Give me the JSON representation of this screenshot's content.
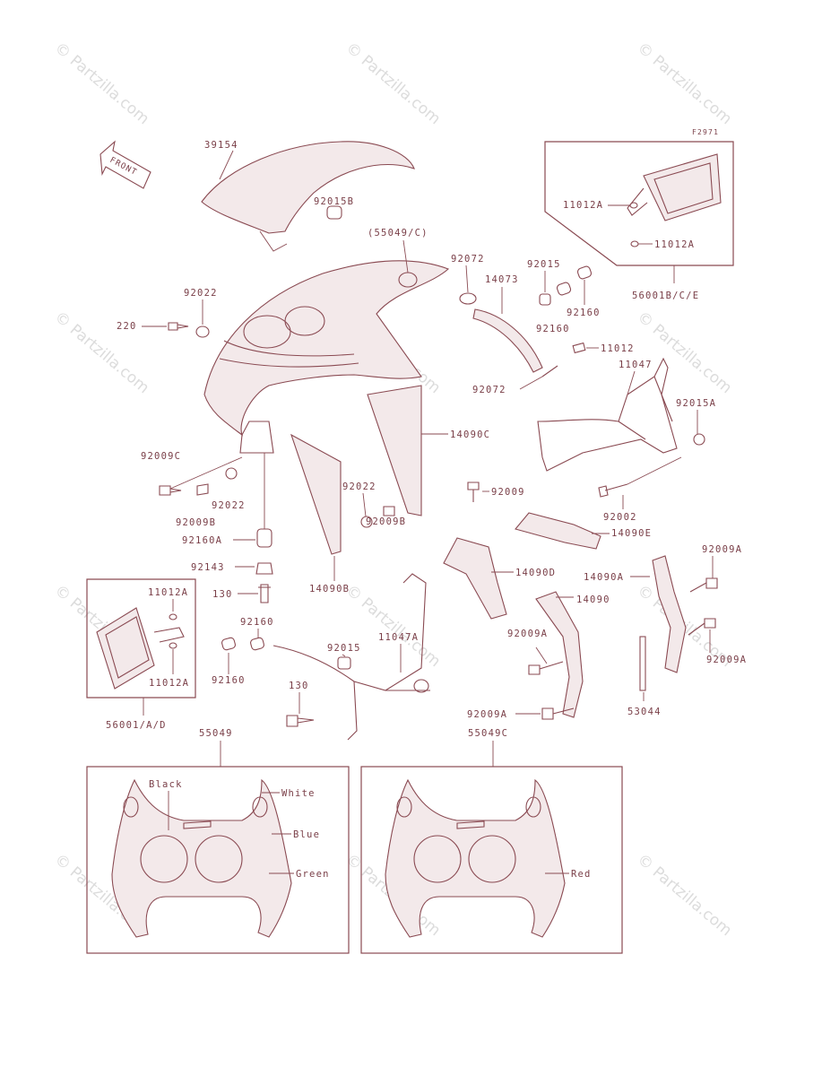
{
  "watermark": "© Partzilla.com",
  "figure_code": "F2971",
  "front_label": "FRONT",
  "labels": {
    "l39154": "39154",
    "l92015B": "92015B",
    "l55049C_paren": "(55049/C)",
    "l92072a": "92072",
    "l14073": "14073",
    "l92015a": "92015",
    "l92160a": "92160",
    "l92160b": "92160",
    "l11012A_top1": "11012A",
    "l11012A_top2": "11012A",
    "l56001B": "56001B/C/E",
    "l92022a": "92022",
    "l220": "220",
    "l11012": "11012",
    "l11047": "11047",
    "l92072b": "92072",
    "l92015A": "92015A",
    "l14090C": "14090C",
    "l92009C": "92009C",
    "l92022b": "92022",
    "l92022c": "92022",
    "l92009B_a": "92009B",
    "l92009B_b": "92009B",
    "l92009": "92009",
    "l92002": "92002",
    "l92160A": "92160A",
    "l14090E": "14090E",
    "l92143": "92143",
    "l14090B": "14090B",
    "l14090D": "14090D",
    "l92009A_a": "92009A",
    "l14090A": "14090A",
    "l130a": "130",
    "l14090": "14090",
    "l11012A_left1": "11012A",
    "l11012A_left2": "11012A",
    "l92160c": "92160",
    "l92015b": "92015",
    "l11047A": "11047A",
    "l92160d": "92160",
    "l92009A_b": "92009A",
    "l92009A_c": "92009A",
    "l130b": "130",
    "l92009A_d": "92009A",
    "l53044": "53044",
    "l56001A": "56001/A/D",
    "l55049": "55049",
    "l55049C": "55049C"
  },
  "color_callouts": {
    "black": "Black",
    "white": "White",
    "blue": "Blue",
    "green": "Green",
    "red": "Red"
  },
  "colors": {
    "line": "#8a4a52",
    "watermark": "#dcdcdc"
  }
}
